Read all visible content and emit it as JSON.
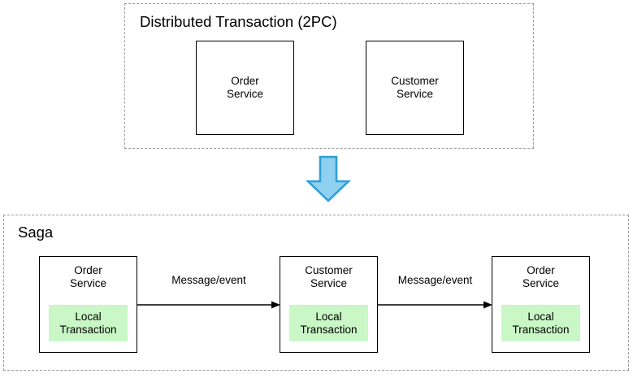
{
  "diagram": {
    "title_top": "Distributed Transaction (2PC)",
    "title_bottom": "Saga",
    "colors": {
      "local_transaction_highlight": "#c9f7c6",
      "arrow_fill": "#8ed0f0",
      "arrow_stroke": "#2e9fd9",
      "box_border": "#000000",
      "group_border": "#9a9a9a",
      "background": "#ffffff"
    },
    "two_pc": {
      "label": "Distributed Transaction (2PC)",
      "services": [
        {
          "name": "Order Service",
          "label": "Order\nService"
        },
        {
          "name": "Customer Service",
          "label": "Customer\nService"
        }
      ]
    },
    "transition": {
      "icon": "down-arrow-icon",
      "direction": "down"
    },
    "saga": {
      "label": "Saga",
      "steps": [
        {
          "name": "Order Service",
          "label": "Order\nService",
          "local_transaction": "Local\nTransaction"
        },
        {
          "name": "Customer Service",
          "label": "Customer\nService",
          "local_transaction": "Local\nTransaction"
        },
        {
          "name": "Order Service",
          "label": "Order\nService",
          "local_transaction": "Local\nTransaction"
        }
      ],
      "connectors": [
        {
          "label": "Message/event"
        },
        {
          "label": "Message/event"
        }
      ]
    }
  }
}
